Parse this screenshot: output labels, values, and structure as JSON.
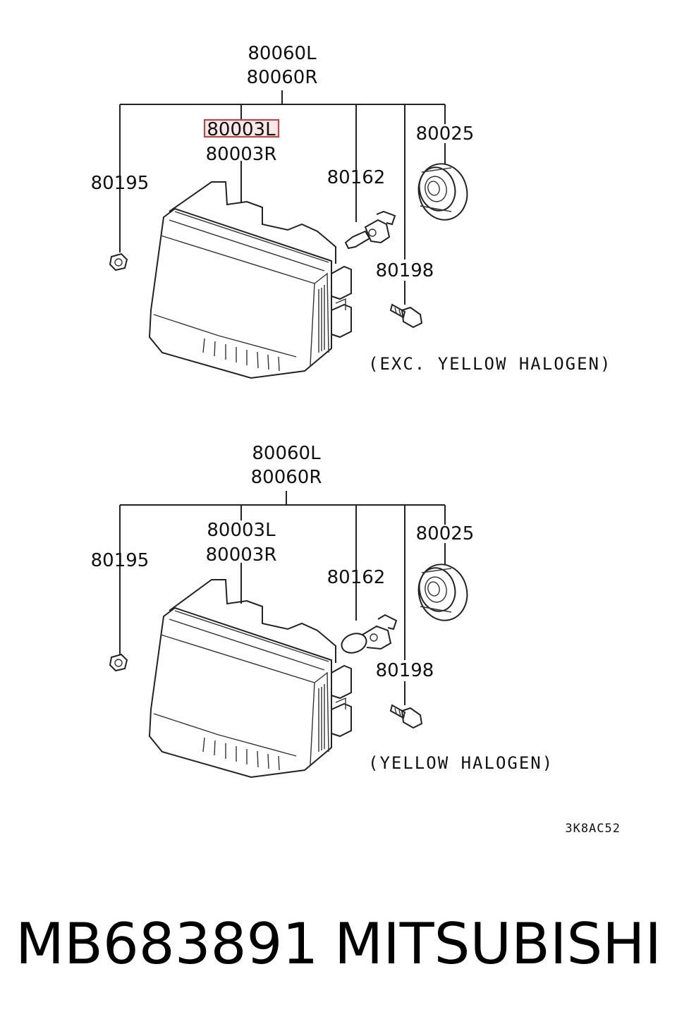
{
  "diagram": {
    "top": {
      "assembly_l": "80060L",
      "assembly_r": "80060R",
      "headlamp_l": "80003L",
      "headlamp_r": "80003R",
      "nut": "80195",
      "bulb": "80162",
      "socket_cover": "80025",
      "bolt": "80198",
      "note": "(EXC. YELLOW HALOGEN)"
    },
    "bottom": {
      "assembly_l": "80060L",
      "assembly_r": "80060R",
      "headlamp_l": "80003L",
      "headlamp_r": "80003R",
      "nut": "80195",
      "bulb": "80162",
      "socket_cover": "80025",
      "bolt": "80198",
      "note": "(YELLOW HALOGEN)"
    },
    "figure_code": "3K8AC52",
    "highlighted_part": "80003L",
    "highlight_color": "#d9363e"
  },
  "footer": {
    "part_number": "MB683891",
    "brand": "MITSUBISHI"
  }
}
